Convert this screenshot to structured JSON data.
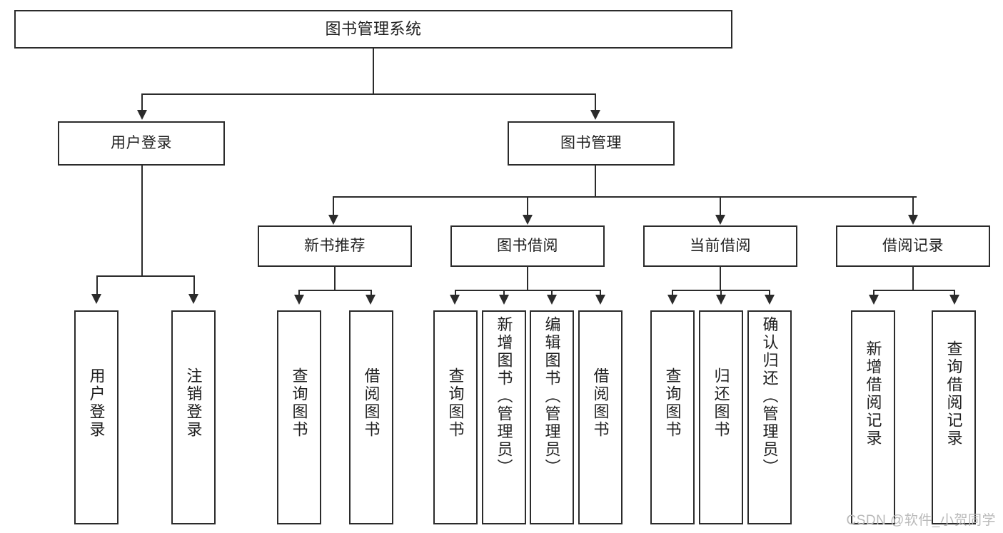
{
  "diagram": {
    "title": "图书管理系统",
    "type": "tree",
    "root": {
      "id": "root",
      "label": "图书管理系统"
    },
    "level2": [
      {
        "id": "user-login",
        "label": "用户登录"
      },
      {
        "id": "book-management",
        "label": "图书管理"
      }
    ],
    "level3": [
      {
        "id": "new-book-recommend",
        "label": "新书推荐",
        "parent": "book-management"
      },
      {
        "id": "book-borrow",
        "label": "图书借阅",
        "parent": "book-management"
      },
      {
        "id": "current-borrow",
        "label": "当前借阅",
        "parent": "book-management"
      },
      {
        "id": "borrow-record",
        "label": "借阅记录",
        "parent": "book-management"
      }
    ],
    "leaves": [
      {
        "id": "leaf-user-login",
        "label": "用户登录",
        "parent": "user-login"
      },
      {
        "id": "leaf-logout",
        "label": "注销登录",
        "parent": "user-login"
      },
      {
        "id": "leaf-query-book-1",
        "label": "查询图书",
        "parent": "new-book-recommend"
      },
      {
        "id": "leaf-borrow-book-1",
        "label": "借阅图书",
        "parent": "new-book-recommend"
      },
      {
        "id": "leaf-query-book-2",
        "label": "查询图书",
        "parent": "book-borrow"
      },
      {
        "id": "leaf-add-book",
        "label": "新增图书（管理员）",
        "parent": "book-borrow"
      },
      {
        "id": "leaf-edit-book",
        "label": "编辑图书（管理员）",
        "parent": "book-borrow"
      },
      {
        "id": "leaf-borrow-book-2",
        "label": "借阅图书",
        "parent": "book-borrow"
      },
      {
        "id": "leaf-query-book-3",
        "label": "查询图书",
        "parent": "current-borrow"
      },
      {
        "id": "leaf-return-book",
        "label": "归还图书",
        "parent": "current-borrow"
      },
      {
        "id": "leaf-confirm-return",
        "label": "确认归还（管理员）",
        "parent": "current-borrow"
      },
      {
        "id": "leaf-add-record",
        "label": "新增借阅记录",
        "parent": "borrow-record"
      },
      {
        "id": "leaf-query-record",
        "label": "查询借阅记录",
        "parent": "borrow-record"
      }
    ],
    "colors": {
      "stroke": "#2b2b2b",
      "fill": "#ffffff",
      "text": "#1f1f1f",
      "watermark": "#b9b9b9"
    }
  },
  "watermark": {
    "text": "CSDN @软件_小贺同学"
  }
}
